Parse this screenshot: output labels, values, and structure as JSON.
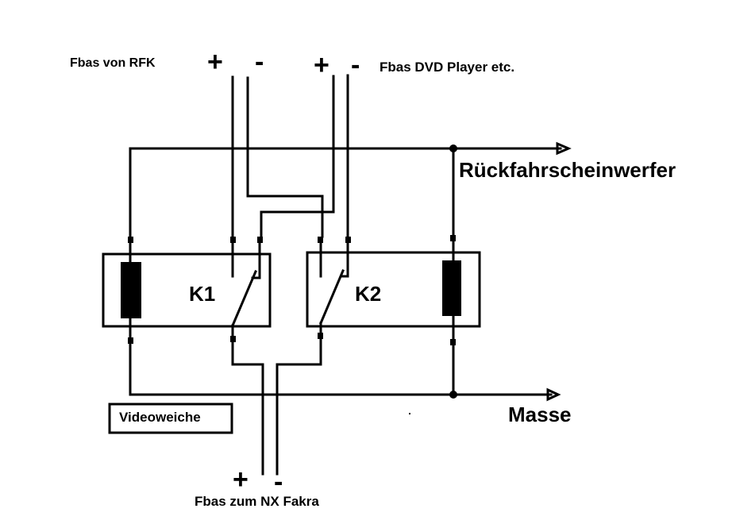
{
  "diagram": {
    "title": "Videoweiche",
    "inputs": {
      "rfk": {
        "label": "Fbas von RFK",
        "plus": "+",
        "minus": "-"
      },
      "dvd": {
        "label": "Fbas DVD Player etc.",
        "plus": "+",
        "minus": "-"
      }
    },
    "output": {
      "label": "Fbas zum NX Fakra",
      "plus": "+",
      "minus": "-"
    },
    "rails": {
      "top": {
        "label": "Rückfahrscheinwerfer"
      },
      "bottom": {
        "label": "Masse"
      }
    },
    "relays": [
      {
        "id": "K1",
        "label": "K1"
      },
      {
        "id": "K2",
        "label": "K2"
      }
    ],
    "colors": {
      "line": "#000000",
      "background": "#ffffff"
    }
  }
}
